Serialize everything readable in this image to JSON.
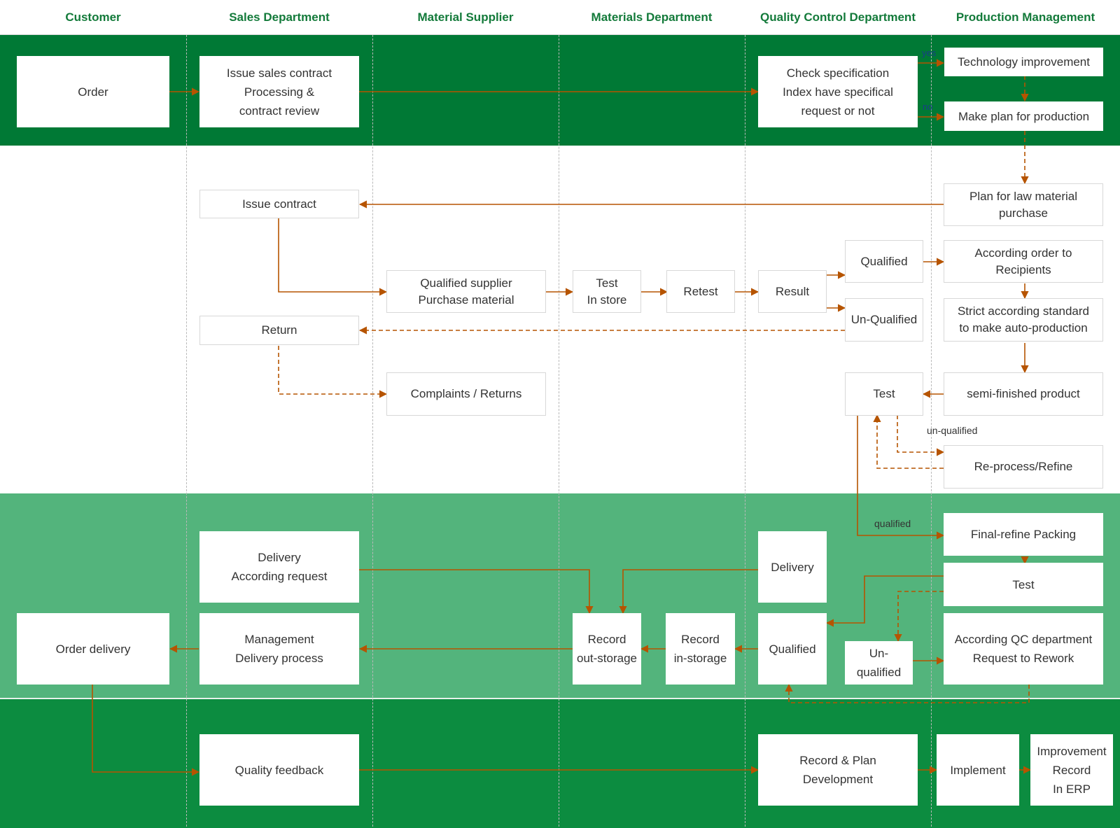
{
  "colors": {
    "band_dark": "#007935",
    "band_light": "#53b47c",
    "band_bottom": "#0c8c40",
    "header_text": "#137a3a",
    "arrow": "#b65400",
    "yes_no_label": "#1a3c8a"
  },
  "columns": [
    {
      "id": "customer",
      "label": "Customer"
    },
    {
      "id": "sales",
      "label": "Sales Department"
    },
    {
      "id": "supplier",
      "label": "Material Supplier"
    },
    {
      "id": "materials",
      "label": "Materials Department"
    },
    {
      "id": "qc",
      "label": "Quality Control Department"
    },
    {
      "id": "production",
      "label": "Production Management"
    }
  ],
  "nodes": {
    "order": "Order",
    "issue_sales_contract": "Issue sales contract\nProcessing &\ncontract review",
    "check_specification": "Check specification\nIndex have specifical\nrequest or not",
    "technology_improvement": "Technology improvement",
    "make_plan": "Make plan for production",
    "plan_raw_material": "Plan for law material\npurchase",
    "issue_contract": "Issue contract",
    "qualified_supplier": "Qualified supplier\nPurchase material",
    "test_in_store": "Test\nIn store",
    "retest": "Retest",
    "result": "Result",
    "qualified_1": "Qualified",
    "unqualified_1": "Un-Qualified",
    "according_order": "According order to\nRecipients",
    "strict_standard": "Strict according standard\nto make auto-production",
    "return": "Return",
    "complaints_returns": "Complaints / Returns",
    "test_1": "Test",
    "semi_finished": "semi-finished product",
    "reprocess": "Re-process/Refine",
    "final_packing": "Final-refine Packing",
    "delivery_request": "Delivery\nAccording request",
    "delivery_qc": "Delivery",
    "test_2": "Test",
    "order_delivery": "Order delivery",
    "mgmt_delivery": "Management\nDelivery process",
    "record_out": "Record\nout-storage",
    "record_in": "Record\nin-storage",
    "qualified_2": "Qualified",
    "unqualified_2": "Un-\nqualified",
    "rework": "According QC department\nRequest to Rework",
    "quality_feedback": "Quality feedback",
    "record_plan": "Record & Plan\nDevelopment",
    "implement": "Implement",
    "improvement_record": "Improvement\nRecord\nIn ERP"
  },
  "edge_labels": {
    "yes": "yes",
    "no": "no",
    "unqualified": "un-qualified",
    "qualified": "qualified"
  }
}
